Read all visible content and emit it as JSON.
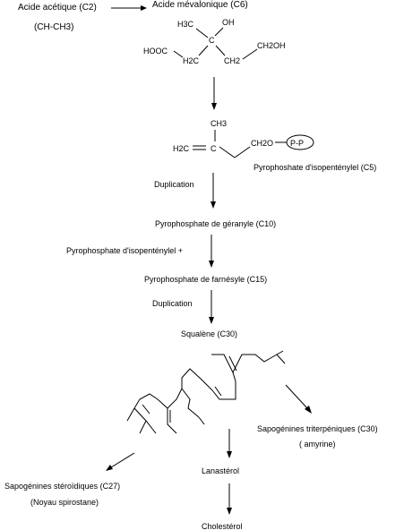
{
  "top": {
    "acetic_acid": "Acide acétique (C2)",
    "acetic_formula": "(CH-CH3)",
    "mevalonic_acid": "Acide mévalonique (C6)"
  },
  "mevalonate": {
    "h3c": "H3C",
    "oh": "OH",
    "c": "C",
    "hooc": "HOOC",
    "h2c": "H2C",
    "ch2": "CH2",
    "ch2oh": "CH2OH"
  },
  "ipp": {
    "ch3": "CH3",
    "h2c": "H2C",
    "c": "C",
    "ch2o": "CH2O",
    "pp": "P-P",
    "name": "Pyrophoshate d'isopenténylel (C5)"
  },
  "steps": {
    "duplication_1": "Duplication",
    "geranyl": "Pyrophosphate de géranyle (C10)",
    "add_ipp": "Pyrophosphate d'isopenténylel  +",
    "farnesyl": "Pyrophosphate de farnésyle (C15)",
    "duplication_2": "Duplication",
    "squalene": "Squalène (C30)"
  },
  "products": {
    "triterpenic": "Sapogénines triterpéniques (C30)",
    "amyrine": "(   amyrine)",
    "lanosterol": "Lanastérol",
    "steroidic": "Sapogénines stéroïdiques (C27)",
    "spirostane": "(Noyau spirostane)",
    "cholesterol": "Cholestérol"
  }
}
